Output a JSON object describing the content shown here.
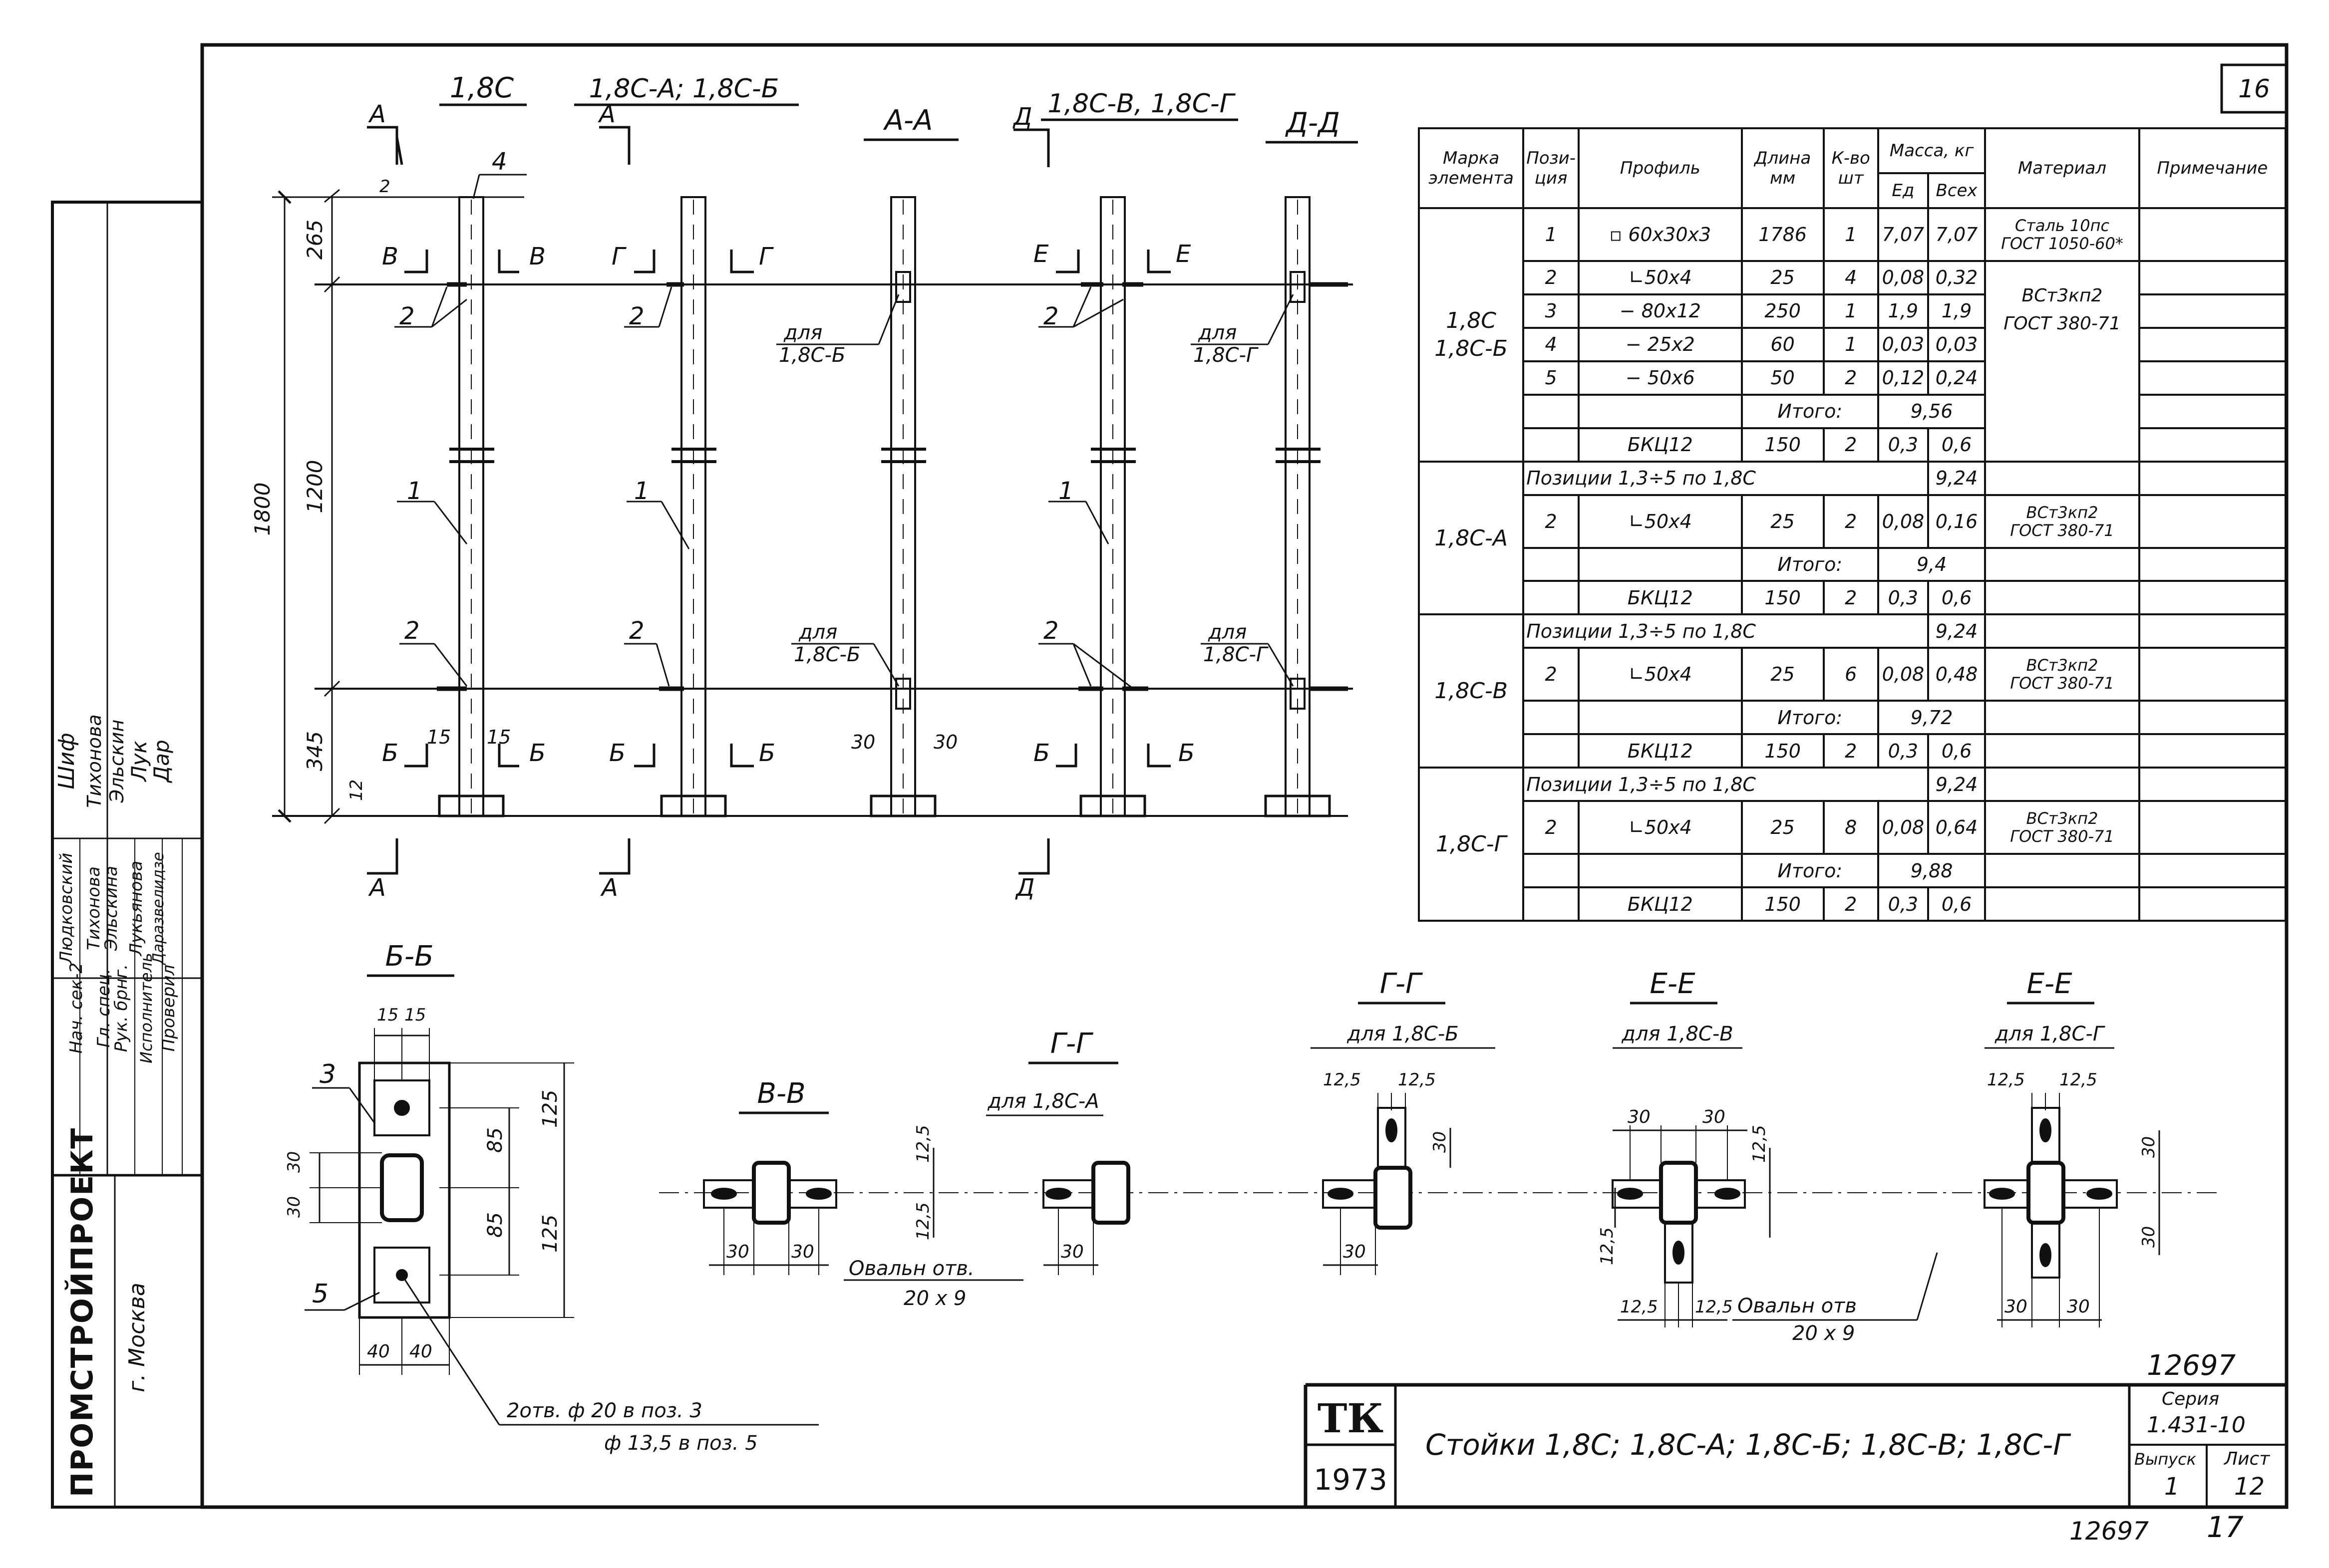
{
  "sheet": {
    "page_number": "16",
    "inventory_top": "12697",
    "inventory_bottom": "12697",
    "page_bottom": "17"
  },
  "title_block": {
    "brand": "ТК",
    "year": "1973",
    "title": "Стойки 1,8С; 1,8С-А; 1,8С-Б; 1,8С-В; 1,8С-Г",
    "series_label": "Серия",
    "series_value": "1.431-10",
    "issue_label": "Выпуск",
    "issue_value": "1",
    "sheet_label": "Лист",
    "sheet_value": "12"
  },
  "side_stamp": {
    "org": "ПРОМСТРОЙПРОЕКТ",
    "city": "г. Москва",
    "rows": [
      {
        "role": "Нач. сек-2",
        "name": "Людковский",
        "sign": "Шиф"
      },
      {
        "role": "Гл. спец.",
        "name": "Тихонова",
        "sign": "Тихонова"
      },
      {
        "role": "Рук. брнг.",
        "name": "Эльскина",
        "sign": "Эльскин"
      },
      {
        "role": "Исполнитель",
        "name": "Лукьянова",
        "sign": "Лук"
      },
      {
        "role": "Проверил",
        "name": "Даразвелидзе",
        "sign": "Дар"
      }
    ]
  },
  "elevation": {
    "headers": [
      "1,8С",
      "1,8С-А; 1,8С-Б",
      "А-А",
      "1,8С-В, 1,8С-Г",
      "Д-Д"
    ],
    "dims": {
      "total": "1800",
      "top": "265",
      "mid": "1200",
      "bottom": "345",
      "top_gap": "2",
      "bottom_gap": "12",
      "b15a": "15",
      "b15b": "15",
      "b30a": "30",
      "b30b": "30"
    },
    "cuts": {
      "A": "А",
      "D": "Д",
      "V": "В",
      "G": "Г",
      "E": "Е",
      "B": "Б"
    },
    "positions": {
      "p1": "1",
      "p2": "2",
      "p4": "4"
    },
    "notes": {
      "for_b": "для",
      "for_b2": "1,8С-Б",
      "for_g": "для",
      "for_g2": "1,8С-Г"
    }
  },
  "sections": {
    "bb": {
      "title": "Б-Б",
      "d15a": "15",
      "d15b": "15",
      "d30a": "30",
      "d30b": "30",
      "d85a": "85",
      "d85b": "85",
      "d125a": "125",
      "d125b": "125",
      "d40a": "40",
      "d40b": "40",
      "pos3": "3",
      "pos5": "5",
      "holes1": "2отв. ф 20  в поз. 3",
      "holes2": "ф 13,5  в поз. 5"
    },
    "vv": {
      "title": "В-В",
      "d30a": "30",
      "d30b": "30",
      "oval": "Овальн отв.",
      "oval2": "20 х 9"
    },
    "gg_a": {
      "title": "Г-Г",
      "sub": "для 1,8С-А",
      "d12a": "12,5",
      "d12b": "12,5",
      "d30": "30",
      "d30b": "30"
    },
    "gg_b": {
      "title": "Г-Г",
      "sub": "для 1,8С-Б",
      "d12a": "12,5",
      "d12b": "12,5",
      "d30": "30"
    },
    "ee_v": {
      "title": "Е-Е",
      "sub": "для 1,8С-В",
      "d30a": "30",
      "d30b": "30",
      "d12": "12,5",
      "d12b": "12,5",
      "d12c": "12,5",
      "d12d": "12,5",
      "oval": "Овальн отв",
      "oval2": "20 х 9"
    },
    "ee_g": {
      "title": "Е-Е",
      "sub": "для 1,8С-Г",
      "d12a": "12,5",
      "d12b": "12,5",
      "d30a": "30",
      "d30b": "30",
      "d30c": "30",
      "d30d": "30"
    }
  },
  "spec": {
    "headers": {
      "mark1": "Марка",
      "mark2": "элемента",
      "pos1": "Пози-",
      "pos2": "ция",
      "profile": "Профиль",
      "len1": "Длина",
      "len2": "мм",
      "qty1": "К-во",
      "qty2": "шт",
      "mass": "Масса, кг",
      "mass_unit": "Ед",
      "mass_total": "Всех",
      "material": "Материал",
      "note": "Примечание"
    },
    "g1": {
      "mark": "1,8С\n1,8С-Б",
      "mat1": "Сталь 10пс",
      "mat1b": "ГОСТ 1050-60*",
      "mat2": "ВСт3кп2",
      "mat2b": "ГОСТ 380-71",
      "rows": [
        {
          "pos": "1",
          "profile": "▫ 60х30х3",
          "len": "1786",
          "qty": "1",
          "unit": "7,07",
          "total": "7,07"
        },
        {
          "pos": "2",
          "profile": "∟50х4",
          "len": "25",
          "qty": "4",
          "unit": "0,08",
          "total": "0,32"
        },
        {
          "pos": "3",
          "profile": "− 80х12",
          "len": "250",
          "qty": "1",
          "unit": "1,9",
          "total": "1,9"
        },
        {
          "pos": "4",
          "profile": "− 25х2",
          "len": "60",
          "qty": "1",
          "unit": "0,03",
          "total": "0,03"
        },
        {
          "pos": "5",
          "profile": "− 50х6",
          "len": "50",
          "qty": "2",
          "unit": "0,12",
          "total": "0,24"
        }
      ],
      "total_label": "Итого:",
      "total": "9,56",
      "bolt": {
        "profile": "БКЦ12",
        "len": "150",
        "qty": "2",
        "unit": "0,3",
        "total": "0,6"
      }
    },
    "g2": {
      "mark": "1,8С-А",
      "ref": "Позиции 1,3÷5 по 1,8С",
      "ref_mass": "9,24",
      "row": {
        "pos": "2",
        "profile": "∟50х4",
        "len": "25",
        "qty": "2",
        "unit": "0,08",
        "total": "0,16"
      },
      "mat": "ВСт3кп2",
      "matb": "ГОСТ 380-71",
      "total_label": "Итого:",
      "total": "9,4",
      "bolt": {
        "profile": "БКЦ12",
        "len": "150",
        "qty": "2",
        "unit": "0,3",
        "total": "0,6"
      }
    },
    "g3": {
      "mark": "1,8С-В",
      "ref": "Позиции 1,3÷5 по 1,8С",
      "ref_mass": "9,24",
      "row": {
        "pos": "2",
        "profile": "∟50х4",
        "len": "25",
        "qty": "6",
        "unit": "0,08",
        "total": "0,48"
      },
      "mat": "ВСт3кп2",
      "matb": "ГОСТ 380-71",
      "total_label": "Итого:",
      "total": "9,72",
      "bolt": {
        "profile": "БКЦ12",
        "len": "150",
        "qty": "2",
        "unit": "0,3",
        "total": "0,6"
      }
    },
    "g4": {
      "mark": "1,8С-Г",
      "ref": "Позиции 1,3÷5 по 1,8С",
      "ref_mass": "9,24",
      "row": {
        "pos": "2",
        "profile": "∟50х4",
        "len": "25",
        "qty": "8",
        "unit": "0,08",
        "total": "0,64"
      },
      "mat": "ВСт3кп2",
      "matb": "ГОСТ 380-71",
      "total_label": "Итого:",
      "total": "9,88",
      "bolt": {
        "profile": "БКЦ12",
        "len": "150",
        "qty": "2",
        "unit": "0,3",
        "total": "0,6"
      }
    }
  }
}
